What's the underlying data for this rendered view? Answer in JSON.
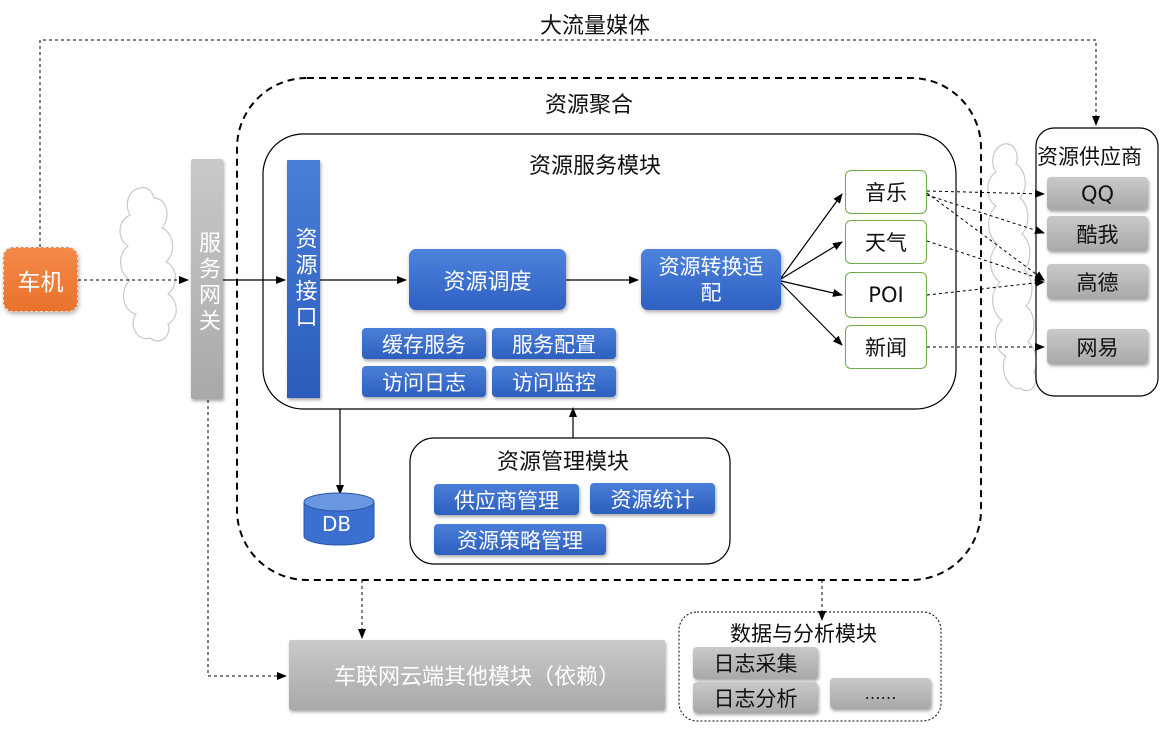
{
  "labels": {
    "big_traffic": "大流量媒体",
    "aggregation": "资源聚合",
    "service_module": "资源服务模块",
    "management_module": "资源管理模块",
    "provider_title": "资源供应商",
    "analysis_title": "数据与分析模块"
  },
  "nodes": {
    "car": "车机",
    "gateway": "服务网关",
    "interface": "资源接口",
    "scheduling": "资源调度",
    "conversion": "资源转换适配",
    "db": "DB",
    "cloud_other": "车联网云端其他模块（依赖）"
  },
  "service_items": [
    "缓存服务",
    "服务配置",
    "访问日志",
    "访问监控"
  ],
  "management_items": [
    "供应商管理",
    "资源统计",
    "资源策略管理"
  ],
  "resources": [
    "音乐",
    "天气",
    "POI",
    "新闻"
  ],
  "providers": [
    "QQ",
    "酷我",
    "高德",
    "网易"
  ],
  "analysis_items": [
    "日志采集",
    "日志分析",
    "……"
  ],
  "colors": {
    "car": "#f07f35",
    "blue": "#3a6fd0",
    "gray": "#b0b0b0",
    "green_border": "#70ad47"
  }
}
